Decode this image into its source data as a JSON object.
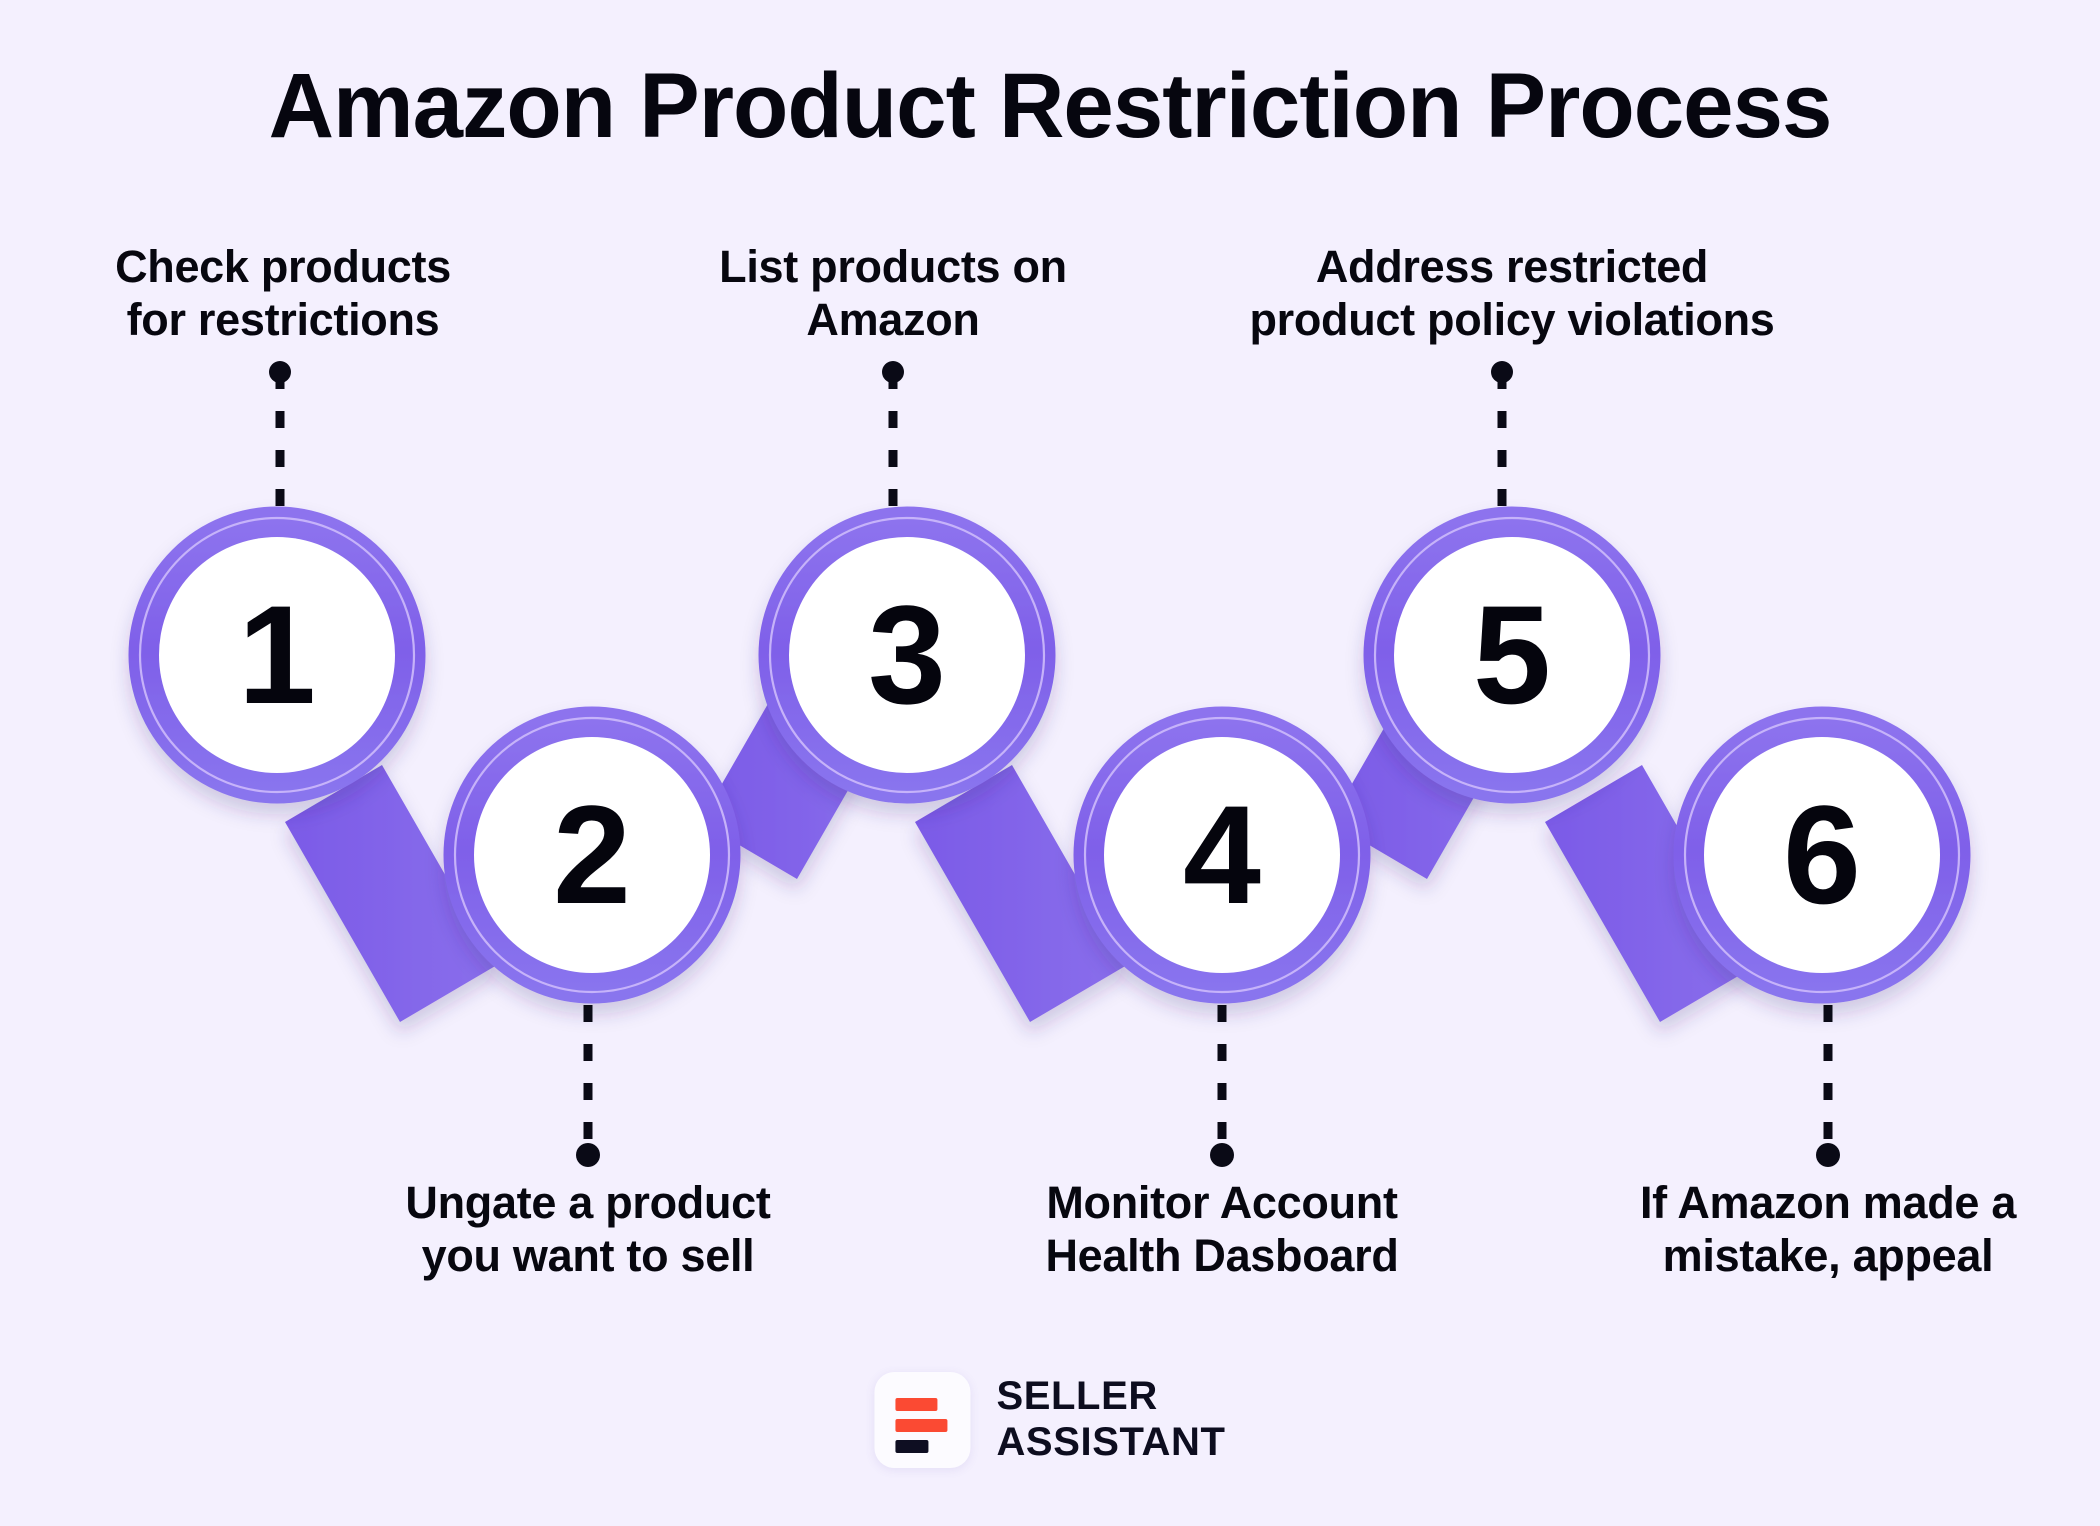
{
  "page": {
    "title": "Amazon Product Restriction Process",
    "background_color": "#F4F0FE",
    "accent_color": "#7C5CE8",
    "accent_light_color": "#8E73EE",
    "text_color": "#07070F"
  },
  "steps": [
    {
      "number": "1",
      "label_line1": "Check products",
      "label_line2": "for restrictions",
      "label_position": "top"
    },
    {
      "number": "2",
      "label_line1": "Ungate a product",
      "label_line2": "you want to sell",
      "label_position": "bottom"
    },
    {
      "number": "3",
      "label_line1": "List products on",
      "label_line2": "Amazon",
      "label_position": "top"
    },
    {
      "number": "4",
      "label_line1": "Monitor Account",
      "label_line2": "Health Dasboard",
      "label_position": "bottom"
    },
    {
      "number": "5",
      "label_line1": "Address restricted",
      "label_line2": "product policy violations",
      "label_position": "top"
    },
    {
      "number": "6",
      "label_line1": "If Amazon made a",
      "label_line2": "mistake, appeal",
      "label_position": "bottom"
    }
  ],
  "footer": {
    "logo_icon": "seller-assistant-bars-logo",
    "brand_line1": "SELLER",
    "brand_line2": "ASSISTANT",
    "logo_bar_colors": [
      "#FB4A33",
      "#FB4A33",
      "#0E0E22"
    ]
  }
}
